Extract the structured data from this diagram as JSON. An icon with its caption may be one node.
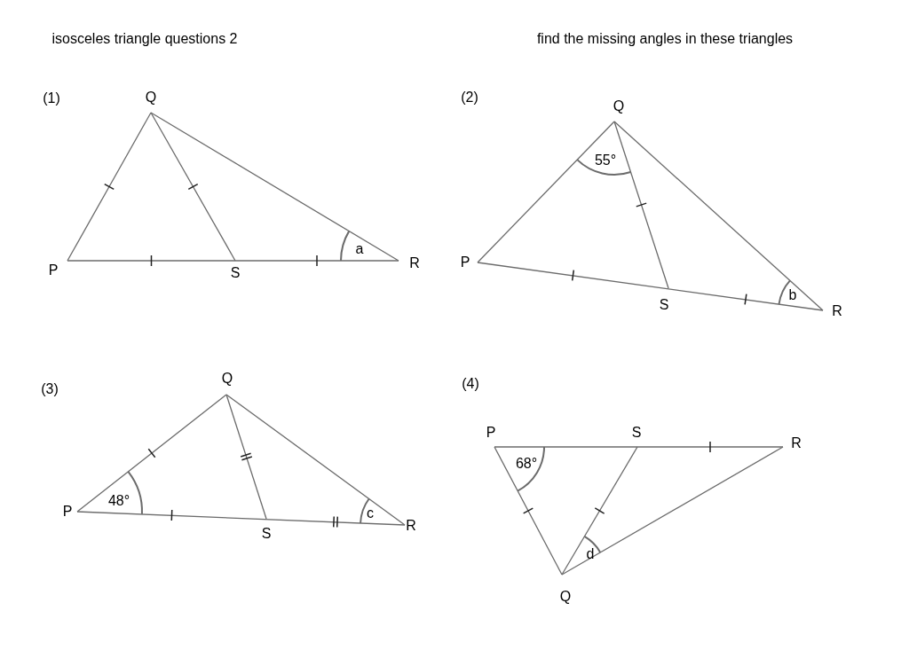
{
  "diagram": {
    "labels": [
      "isosceles triangle questions 2",
      "find the missing angles in these triangles",
      "(1)",
      "Q",
      "a",
      "P",
      "S",
      "R",
      "(2)",
      "Q",
      "55°",
      "P",
      "b",
      "S",
      "R",
      "(3)",
      "Q",
      "48°",
      "P",
      "c",
      "S",
      "R",
      "(4)",
      "P",
      "S",
      "R",
      "68°",
      "d",
      "Q"
    ]
  }
}
